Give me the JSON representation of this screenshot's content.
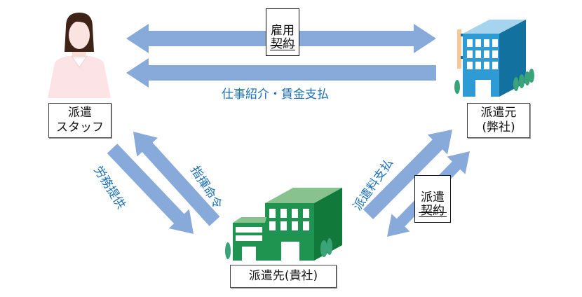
{
  "colors": {
    "arrow": "#88aadb",
    "text_blue": "#1a6eb5",
    "staff_building": "#2f9bd4",
    "client_building": "#1f9450"
  },
  "nodes": {
    "staff": {
      "label": "派遣\nスタッフ",
      "icon": "person-icon"
    },
    "dispatcher": {
      "label": "派遣元\n(弊社)",
      "icon": "office-building-icon"
    },
    "client": {
      "label": "派遣先(貴社)",
      "icon": "office-building-icon"
    }
  },
  "documents": {
    "employment_contract": "雇用\n契約",
    "dispatch_contract": "派遣\n契約"
  },
  "flows": {
    "job_intro_wage": "仕事紹介・賃金支払",
    "labor": "労務提供",
    "instruction": "指揮命令",
    "fee_payment": "派遣料支払"
  }
}
